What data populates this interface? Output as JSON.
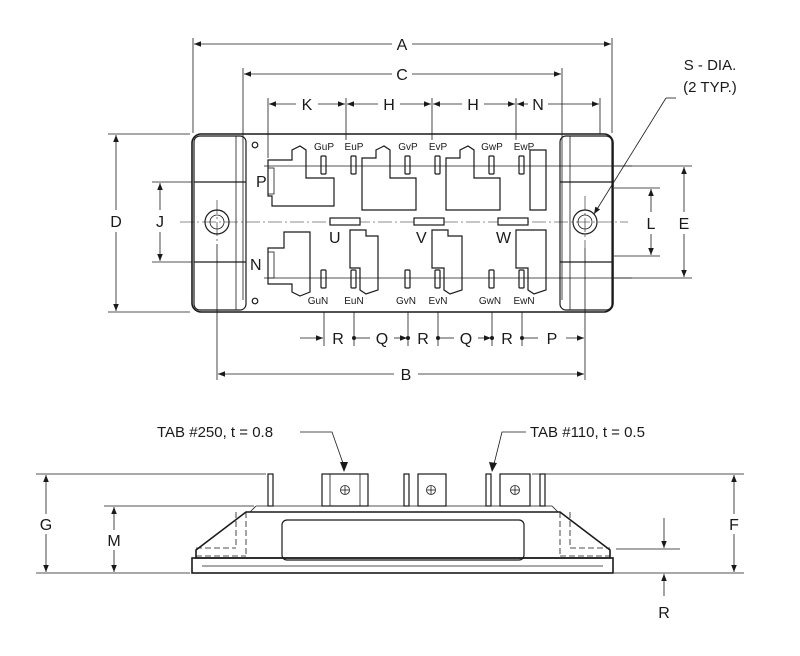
{
  "top_view": {
    "dims": {
      "A": "A",
      "C": "C",
      "K": "K",
      "H1": "H",
      "H2": "H",
      "N_dim": "N",
      "D": "D",
      "J": "J",
      "L": "L",
      "E": "E",
      "R1": "R",
      "Q1": "Q",
      "R2": "R",
      "Q2": "Q",
      "R3": "R",
      "P_dim": "P",
      "B": "B"
    },
    "terminals": {
      "P": "P",
      "N": "N",
      "U": "U",
      "V": "V",
      "W": "W"
    },
    "pins_top": [
      "GuP",
      "EuP",
      "GvP",
      "EvP",
      "GwP",
      "EwP"
    ],
    "pins_bottom": [
      "GuN",
      "EuN",
      "GvN",
      "EvN",
      "GwN",
      "EwN"
    ],
    "s_dia_line1": "S - DIA.",
    "s_dia_line2": "(2 TYP.)"
  },
  "side_view": {
    "tab250": "TAB #250, t = 0.8",
    "tab110": "TAB #110, t = 0.5",
    "dims": {
      "G": "G",
      "M": "M",
      "F": "F",
      "R": "R"
    }
  }
}
